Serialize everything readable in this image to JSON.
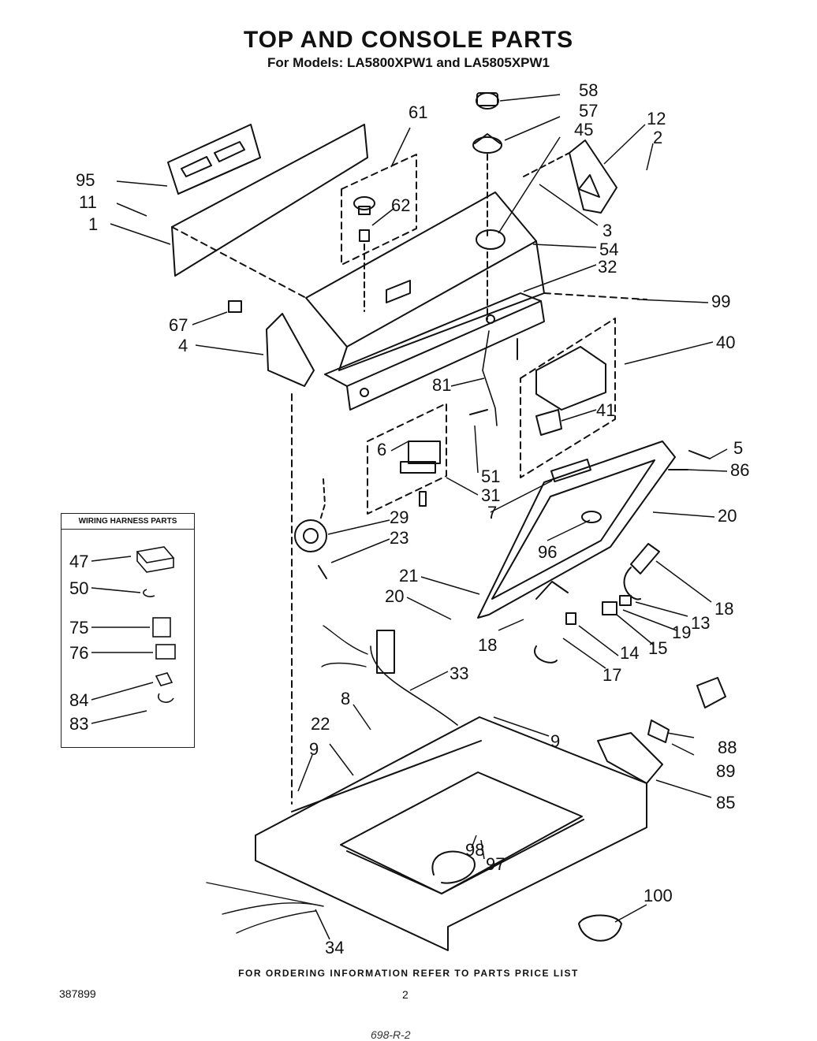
{
  "header": {
    "title": "TOP AND CONSOLE PARTS",
    "subtitle": "For Models: LA5800XPW1 and  LA5805XPW1"
  },
  "wiring_harness_box": {
    "title": "WIRING HARNESS PARTS"
  },
  "part_labels": {
    "p1": "1",
    "p2": "2",
    "p3": "3",
    "p4": "4",
    "p5": "5",
    "p6": "6",
    "p7": "7",
    "p8": "8",
    "p9a": "9",
    "p9b": "9",
    "p11": "11",
    "p12": "12",
    "p13": "13",
    "p14": "14",
    "p15": "15",
    "p17": "17",
    "p18a": "18",
    "p18b": "18",
    "p19": "19",
    "p20a": "20",
    "p20b": "20",
    "p21": "21",
    "p22": "22",
    "p23": "23",
    "p29": "29",
    "p31": "31",
    "p32": "32",
    "p33": "33",
    "p34": "34",
    "p40": "40",
    "p41": "41",
    "p45": "45",
    "p47": "47",
    "p50": "50",
    "p51": "51",
    "p54": "54",
    "p57": "57",
    "p58": "58",
    "p61": "61",
    "p62": "62",
    "p67": "67",
    "p75": "75",
    "p76": "76",
    "p81": "81",
    "p83": "83",
    "p84": "84",
    "p85": "85",
    "p86": "86",
    "p88": "88",
    "p89": "89",
    "p95": "95",
    "p96": "96",
    "p97": "97",
    "p98": "98",
    "p99": "99",
    "p100": "100"
  },
  "footer": {
    "ordering_note": "FOR ORDERING INFORMATION REFER TO PARTS PRICE LIST",
    "doc_number": "387899",
    "page_number": "2",
    "handwritten": "698-R-2"
  }
}
